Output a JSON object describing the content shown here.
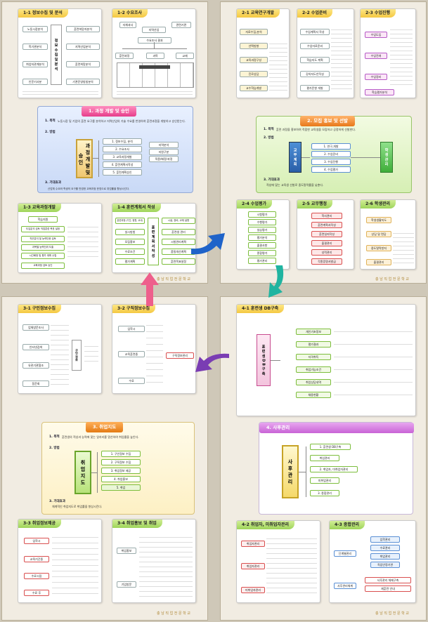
{
  "footer": "충 남 직 업 전 문 학 교",
  "q1": {
    "c11": {
      "title": "1-1 정보수집 및 분석",
      "items": [
        "노동시장분석",
        "학기관분석",
        "취업처관계분석",
        "인문기사분"
      ],
      "center": "정 보 수 집 및 분 석",
      "right": [
        "훈련희망자분석",
        "지역산업분석",
        "훈련희망분석",
        "기관운영방침분석"
      ]
    },
    "c12": {
      "title": "1-2 수요조사",
      "top": [
        "자체과사",
        "지역산업",
        "관련기관"
      ],
      "mid": "수요조사 결과",
      "sub": [
        "훈련과정",
        "과목",
        "교재"
      ]
    },
    "main": {
      "title": "1. 과정 개발 및 승인",
      "purpose_label": "1. 목적",
      "purpose": "노동시장 및 기업의 훈련 요구를 분석하고 지역산업의 기술 수요를 반영하여 훈련과정을 개발하고 승인받는다.",
      "method_label": "2. 방법",
      "center": "과 정 개 발 및 승 인",
      "steps": [
        "1. 정보수집, 분석",
        "2. 수요조사",
        "3. 교육과정개발",
        "4. 훈련계획서작성",
        "5. 훈련계획승인"
      ],
      "right": [
        "지역분석",
        "지원구분",
        "직종/배정/과정"
      ],
      "effect_label": "3. 기대효과",
      "effect": "산업체 수요와 학생의 요구를 반영한 교육과정 운영으로 취업률을 향상시킨다."
    },
    "c13": {
      "title": "1-3 교육과정개발",
      "items": [
        "학습지원",
        "도입분석 검토 직업훈련 목표 설정",
        "직무분석 및 능력단위 검토",
        "과목별 능력단위 도출",
        "시간배정 및 평가 계획 수립",
        "교육과정 검토 승인"
      ]
    },
    "c14": {
      "title": "1-4 훈련계획서 작성",
      "items": [
        "훈련과정 (기간, 정원, 교사)",
        "실시방법",
        "모집홍보",
        "수료조건",
        "평가계획"
      ],
      "center": "훈 련 계 획 서 작 성",
      "right": [
        "시설, 장비, 교재 설명",
        "훈련생 관리",
        "시험관리계획",
        "품질개선계획",
        "훈련목표설정"
      ]
    }
  },
  "q2": {
    "c21": {
      "title": "2-1 교육연구개발",
      "items": [
        "자료수집,분석",
        "선택방향",
        "교육과정구성",
        "진로상담",
        "교수학습개발"
      ]
    },
    "c22": {
      "title": "2-2 수업준비",
      "items": [
        "수업계획서 작성",
        "수업자료준비",
        "학습지도 계획",
        "강의지도안작성",
        "평가문항 개발"
      ]
    },
    "c23": {
      "title": "2-3 수업진행",
      "items": [
        "수업도입",
        "수업전개",
        "수업정리",
        "학습평가분석"
      ]
    },
    "main": {
      "title": "2. 모집 홍보 및 선발",
      "purpose_label": "1. 목적",
      "purpose": "훈련 과정을 홍보하여 적합한 교육생을 모집하고 공정하게 선발한다.",
      "method_label": "2. 방법",
      "left": "교 부 계 획",
      "steps": [
        "1. 연구,개발",
        "2. 수업준비",
        "3. 수업진행",
        "4. 수업평가"
      ],
      "right": "학 생 관 리",
      "effect_label": "3. 기대효과",
      "effect": "적성에 맞는 교육생 선발로 중도탈락률을 낮춘다."
    },
    "c24": {
      "title": "2-4 수업평가",
      "items": [
        "시험평가",
        "수행평가",
        "실습평가",
        "평가분석",
        "출결사항",
        "종합평가",
        "평가관리"
      ]
    },
    "c25": {
      "title": "2-5 교무행정",
      "items": [
        "학사관리",
        "훈련계획서작성",
        "훈련일지작성",
        "출결관리",
        "성적관리",
        "각종증명서발급"
      ]
    },
    "c26": {
      "title": "2-6 학생관리",
      "items": [
        "학생생활지도",
        "상담 및 면담",
        "중도탈락방지",
        "출결관리"
      ]
    }
  },
  "q3": {
    "c31": {
      "title": "3-1 구인정보수집",
      "items": [
        "업체방문조사",
        "인터넷검색",
        "유관기관협조",
        "동문회"
      ],
      "center": "구인 정보"
    },
    "c32": {
      "title": "3-2 구직정보수집",
      "items": [
        "입학시",
        "교육훈련중",
        "수료"
      ],
      "right": "구직정보관리"
    },
    "main": {
      "title": "3. 취업지도",
      "purpose_label": "1. 목적",
      "purpose": "훈련생의 적성과 능력에 맞는 일자리를 알선하여 취업률을 높인다.",
      "method_label": "2. 방법",
      "center": "취 업 지 도",
      "steps": [
        "1. 구인정보 수집",
        "2. 구직정보 수집",
        "3. 취업정보 제공",
        "4. 취업홍보",
        "5. 취업"
      ],
      "effect_label": "3. 기대효과",
      "effect": "체계적인 취업지도로 취업률을 향상시킨다."
    },
    "c33": {
      "title": "3-3 취업정보제공",
      "items": [
        "입학시",
        "교육기간중",
        "수료시점",
        "수료 후"
      ]
    },
    "c34": {
      "title": "3-4 취업홍보 및 취업",
      "items": [
        "취업홍보",
        "기업방문"
      ]
    }
  },
  "q4": {
    "c41": {
      "title": "4-1 훈련생 DB구축",
      "center": "훈 련 생 D B 구 축",
      "items": [
        "개인기초정보",
        "평가결과",
        "자격취득",
        "취업가능조건",
        "취업상담내역",
        "채용현황"
      ]
    },
    "main": {
      "title": "4. 사후관리",
      "center": "사 후 관 리",
      "steps": [
        "1. 훈련생 DB구축",
        "취업관리",
        "2. 취업자, 미취업자관리",
        "미취업관리",
        "3. 종합관리"
      ]
    },
    "c42": {
      "title": "4-2 취업자, 미취업자관리",
      "items": [
        "취업자관리",
        "취업자관리",
        "미취업자관리"
      ]
    },
    "c43": {
      "title": "4-3 종합관리",
      "items": [
        "입학관리",
        "수료관리",
        "취업관리",
        "직업안정기관",
        "사후관리 체제구축",
        "재훈련 안내"
      ],
      "left": [
        "단계별관리",
        "사후관리체계"
      ]
    }
  }
}
